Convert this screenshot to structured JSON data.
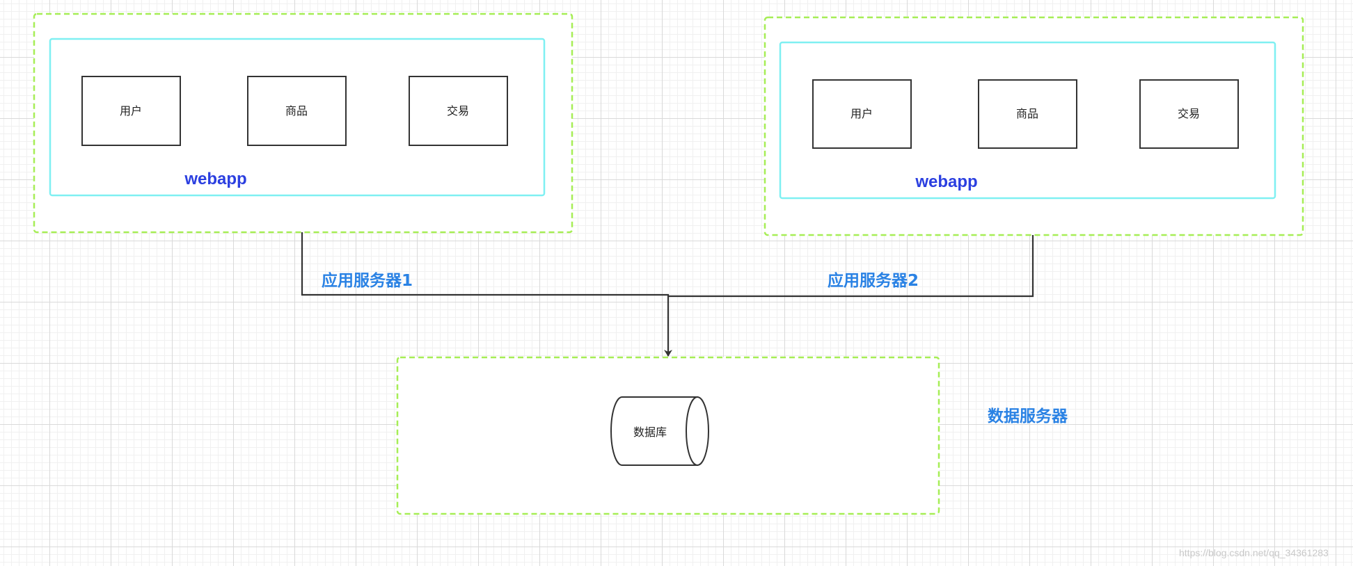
{
  "app_server_1": {
    "label": "应用服务器1",
    "webapp_label": "webapp",
    "modules": [
      "用户",
      "商品",
      "交易"
    ]
  },
  "app_server_2": {
    "label": "应用服务器2",
    "webapp_label": "webapp",
    "modules": [
      "用户",
      "商品",
      "交易"
    ]
  },
  "data_server": {
    "label": "数据服务器",
    "database_label": "数据库"
  },
  "watermark": "https://blog.csdn.net/qq_34361283",
  "colors": {
    "server_border": "#a6ee55",
    "webapp_border": "#7ff0f2",
    "webapp_text": "#2b3fe0",
    "server_text": "#2a82e4",
    "line": "#333333"
  }
}
